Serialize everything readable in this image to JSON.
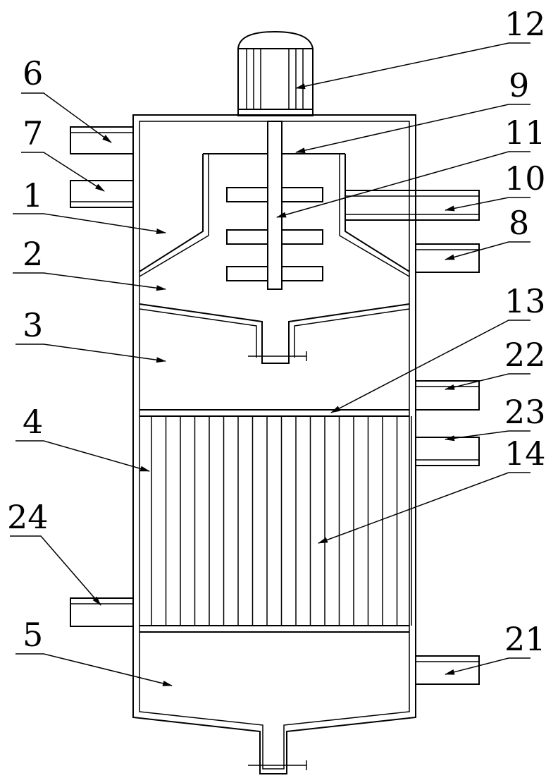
{
  "labels": {
    "l1": "1",
    "l2": "2",
    "l3": "3",
    "l4": "4",
    "l5": "5",
    "l6": "6",
    "l7": "7",
    "l8": "8",
    "l9": "9",
    "l10": "10",
    "l11": "11",
    "l12": "12",
    "l13": "13",
    "l14": "14",
    "l21": "21",
    "l22": "22",
    "l23": "23",
    "l24": "24"
  }
}
